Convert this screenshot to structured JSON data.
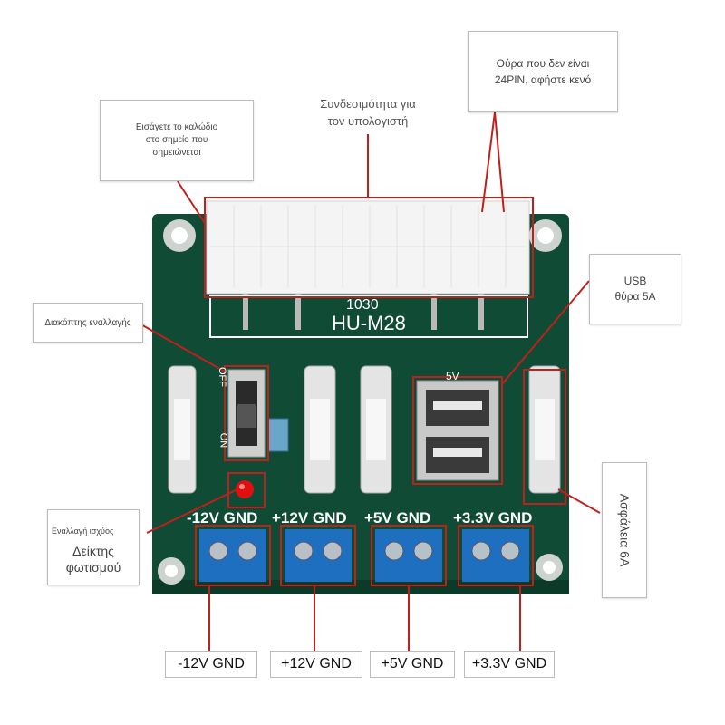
{
  "callouts": {
    "wire_insert": {
      "line1": "Εισάγετε το καλώδιο",
      "line2": "στο σημείο που",
      "line3": "σημειώνεται"
    },
    "computer_connectivity": {
      "line1": "Συνδεσιμότητα για",
      "line2": "τον υπολογιστή"
    },
    "non_24pin_port": {
      "line1": "Θύρα που δεν είναι",
      "line2": "24PIN, αφήστε κενό"
    },
    "usb_port": {
      "line1": "USB",
      "line2": "θύρα 5A"
    },
    "switch": {
      "label": "Διακόπτης εναλλαγής"
    },
    "power_switch": {
      "label": "Εναλλαγή ισχύος"
    },
    "indicator_light": {
      "line1": "Δείκτης",
      "line2": "φωτισμού"
    },
    "fuse": {
      "label": "Ασφάλεια 6A"
    }
  },
  "board": {
    "chip_code": "1030",
    "model": "HU-M28",
    "switch_off": "OFF",
    "switch_on": "ON",
    "usb_mark": "5V",
    "terminals": [
      "-12V GND",
      "+12V GND",
      "+5V GND",
      "+3.3V GND"
    ]
  },
  "terminal_labels": [
    "-12V GND",
    "+12V GND",
    "+5V GND",
    "+3.3V GND"
  ],
  "colors": {
    "pcb": "#0f4b35",
    "callout_line": "#c0201c",
    "terminal_block": "#1e6fc0",
    "led": "#e01010"
  }
}
